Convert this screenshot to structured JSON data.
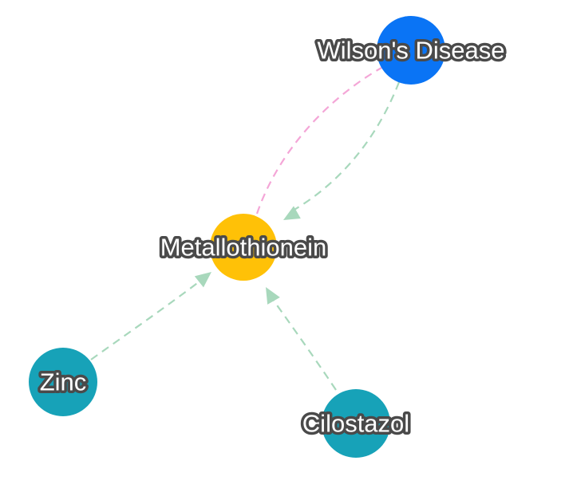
{
  "nodes": [
    {
      "id": "wilson",
      "label": "Wilson's Disease",
      "color": "#0a74f5"
    },
    {
      "id": "metallothionein",
      "label": "Metallothionein",
      "color": "#ffc107"
    },
    {
      "id": "zinc",
      "label": "Zinc",
      "color": "#17a2b8"
    },
    {
      "id": "cilostazol",
      "label": "Cilostazol",
      "color": "#17a2b8"
    }
  ],
  "edges": [
    {
      "from": "metallothionein",
      "to": "wilson",
      "color": "#f4a6d7",
      "arrow": false
    },
    {
      "from": "wilson",
      "to": "metallothionein",
      "color": "#a8d8bc",
      "arrow": true
    },
    {
      "from": "zinc",
      "to": "metallothionein",
      "color": "#a8d8bc",
      "arrow": true
    },
    {
      "from": "cilostazol",
      "to": "metallothionein",
      "color": "#a8d8bc",
      "arrow": true
    }
  ]
}
